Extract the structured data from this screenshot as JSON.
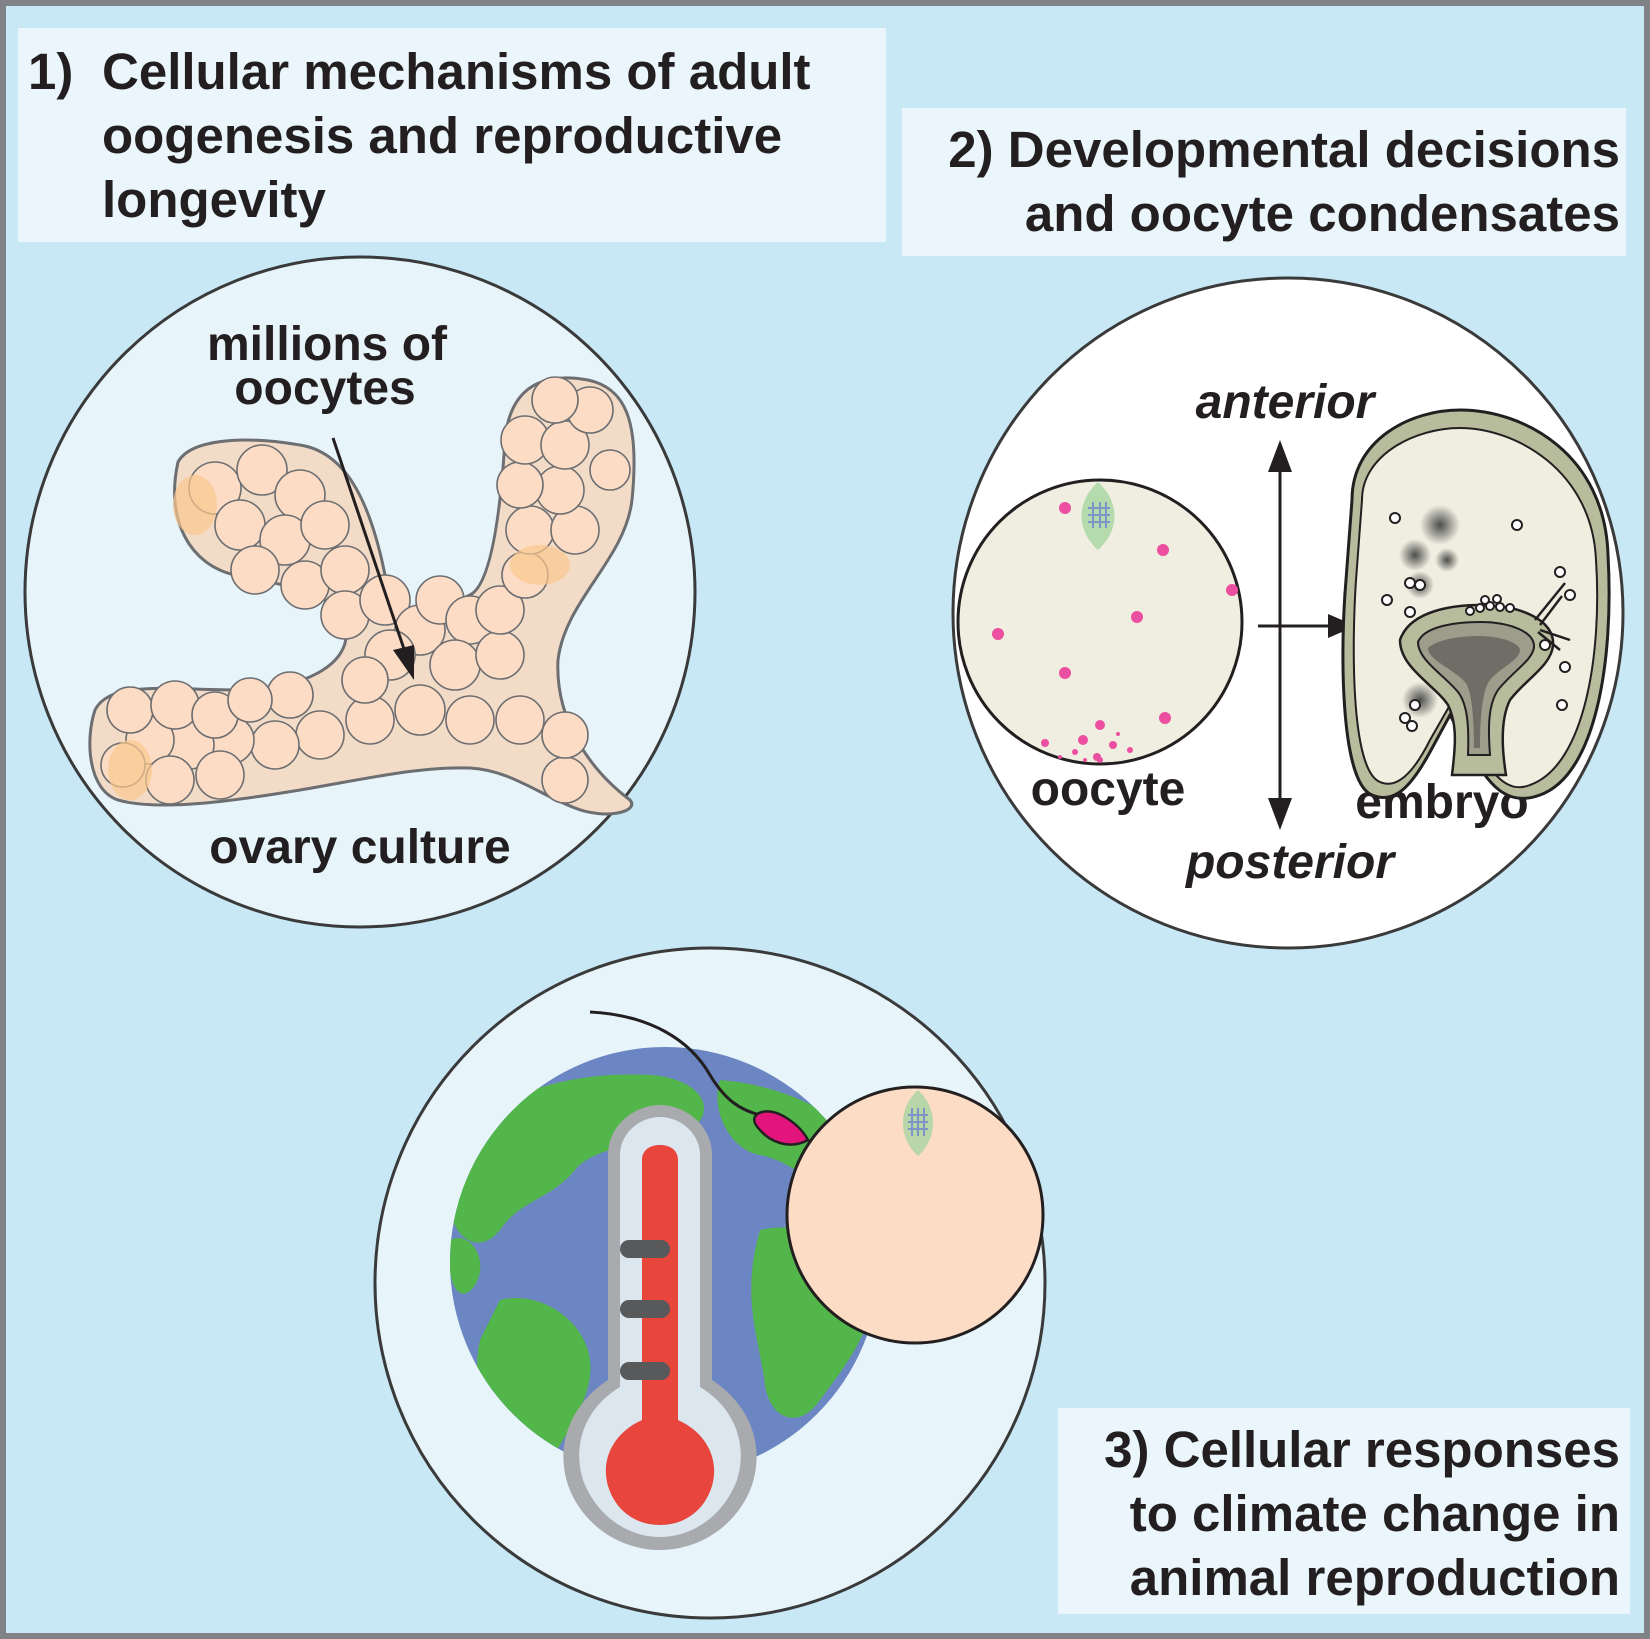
{
  "panel1": {
    "number": "1)",
    "lines": [
      "Cellular mechanisms of adult",
      "oogenesis and reproductive",
      "longevity"
    ],
    "pointer_label": [
      "millions of",
      "oocytes"
    ],
    "bottom_label": "ovary culture"
  },
  "panel2": {
    "lines": [
      "2) Developmental decisions",
      "and oocyte condensates"
    ],
    "axis_top": "anterior",
    "axis_bottom": "posterior",
    "left_label": "oocyte",
    "right_label": "embryo"
  },
  "panel3": {
    "lines": [
      "3) Cellular responses",
      "to climate change in",
      "animal reproduction"
    ]
  },
  "colors": {
    "background": "#c8e8f6",
    "frame": "#808285",
    "circle_fill": "#e7f4fa",
    "oocyte_peach": "#fcdcc4",
    "ovary_tissue": "#f2dcc8",
    "condensate_pink": "#ec4fa0",
    "embryo_cream": "#efeee0",
    "embryo_shell": "#b6bc9c",
    "globe_ocean": "#6b86c2",
    "globe_land": "#52b64a",
    "thermometer_red": "#e8453c",
    "sperm_magenta": "#e3157c"
  },
  "icons": [
    "thermometer-icon",
    "globe-icon",
    "sperm-icon",
    "spindle-icon"
  ]
}
